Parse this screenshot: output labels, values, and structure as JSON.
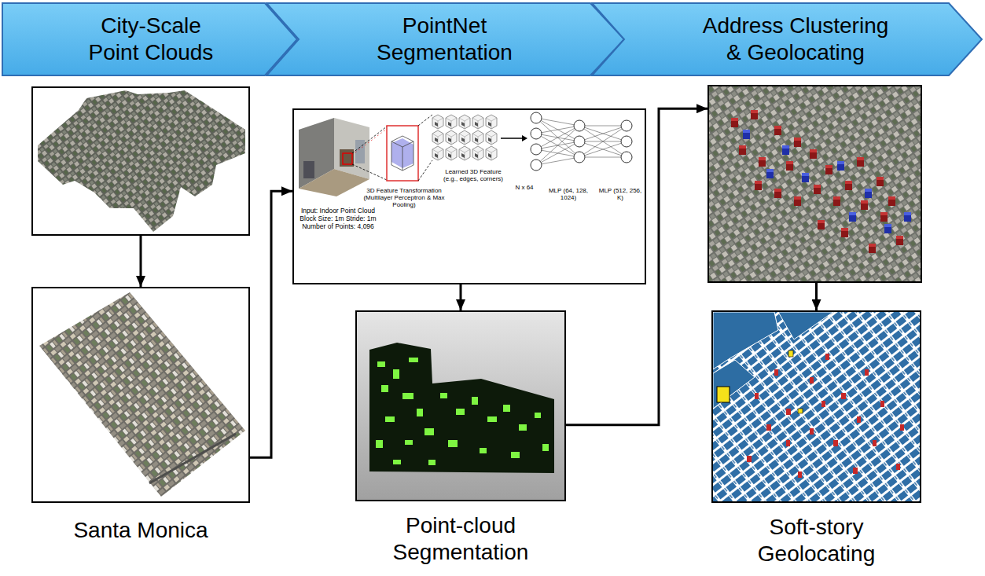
{
  "diagram": {
    "nodes": [
      {
        "text": [
          "City-Scale Point Clouds"
        ]
      },
      {
        "text": [
          "PointNet Segmentation"
        ]
      },
      {
        "text": [
          "Address Clustering & Geolocating"
        ]
      },
      {
        "text": []
      },
      {
        "text": [
          "Santa Monica"
        ]
      },
      {
        "text": [
          "Input: Indoor Point Cloud Block Size: 1m Stride: 1m Number of Points: 4,096",
          "3D Feature Transformation (Multilayer Perceptron & Max Pooling)",
          "Learned 3D Feature (e.g., edges, corners)",
          "N x 64",
          "MLP (64, 128, 1024)",
          "MLP (512, 256, K)"
        ]
      },
      {
        "text": [
          "Point-cloud Segmentation"
        ]
      },
      {
        "text": []
      },
      {
        "text": [
          "Soft-story Geolocating"
        ]
      }
    ],
    "edges": [
      {
        "from": 3,
        "to": 4,
        "arrow": "to"
      },
      {
        "from": 4,
        "to": 5,
        "arrow": "to"
      },
      {
        "from": 5,
        "to": 6,
        "arrow": "to"
      },
      {
        "from": 6,
        "to": 7,
        "arrow": "to"
      },
      {
        "from": 7,
        "to": 8,
        "arrow": "to"
      }
    ]
  }
}
